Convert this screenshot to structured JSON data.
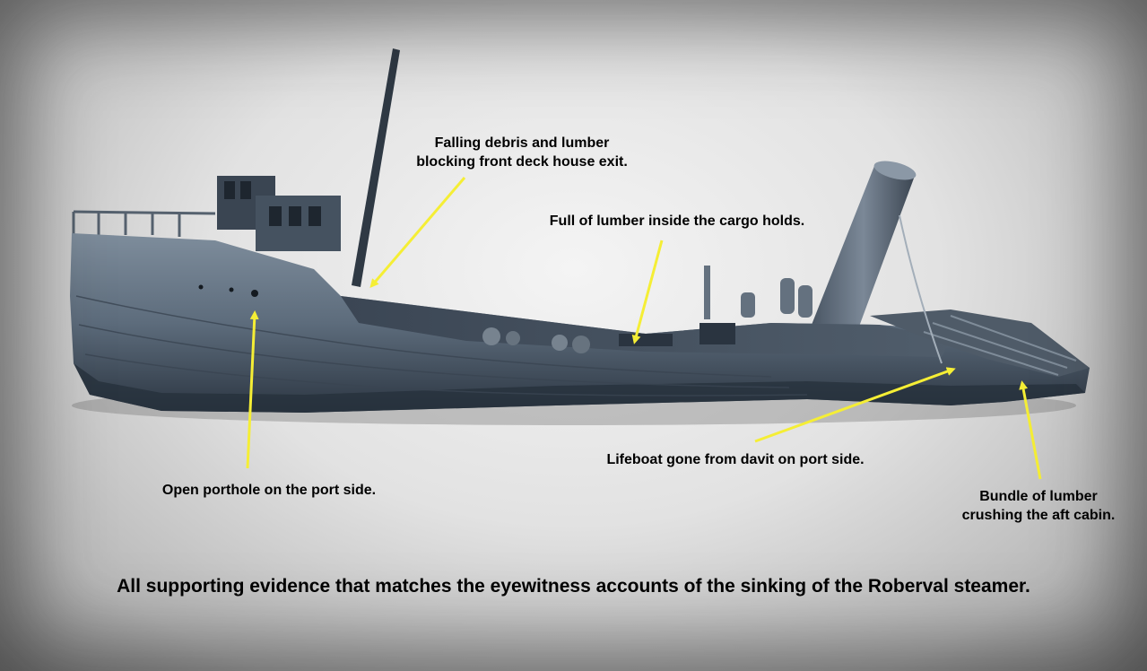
{
  "annotations": {
    "falling_debris": "Falling debris and lumber\nblocking front deck house exit.",
    "cargo_holds": "Full of lumber inside the cargo holds.",
    "porthole": "Open porthole on the port side.",
    "lifeboat": "Lifeboat gone from davit on port side.",
    "aft_cabin": "Bundle of lumber\ncrushing the aft cabin."
  },
  "caption": "All supporting evidence that matches the eyewitness accounts of the sinking of the Roberval steamer.",
  "colors": {
    "arrow": "#f5ee35",
    "hull_dark": "#27323f",
    "hull_light": "#6f7f90",
    "text": "#000000"
  }
}
